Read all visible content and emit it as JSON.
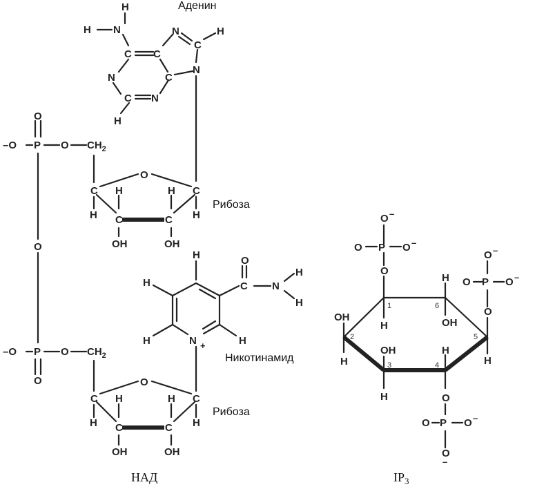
{
  "labels": {
    "adenine": "Аденин",
    "ribose_top": "Рибоза",
    "ribose_bottom": "Рибоза",
    "nicotinamide": "Никотинамид",
    "nad_caption": "НАД",
    "ip3_caption_main": "IP",
    "ip3_caption_sub": "3"
  },
  "atoms": {
    "H": "H",
    "N": "N",
    "C": "C",
    "O": "O",
    "P": "P",
    "OH": "OH",
    "CH": "CH",
    "sub2": "2",
    "Nplus": "N",
    "plus": "+",
    "minus": "–",
    "minus_o": "–O"
  },
  "ring_numbers": [
    "1",
    "2",
    "3",
    "4",
    "5",
    "6"
  ]
}
